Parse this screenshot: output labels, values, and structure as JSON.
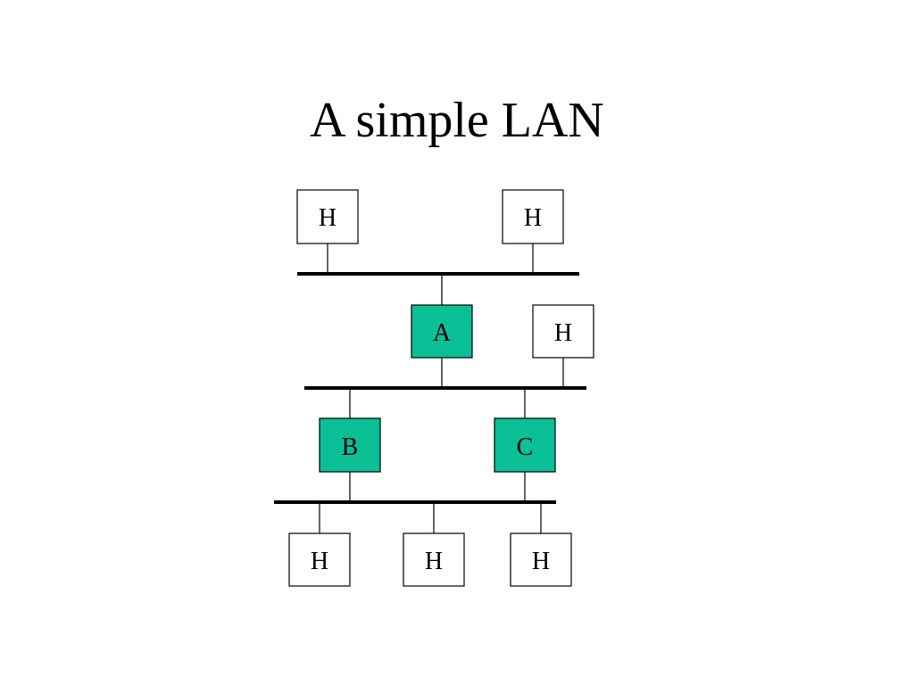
{
  "slide": {
    "title": "A simple LAN"
  },
  "colors": {
    "bridge_fill": "#0bbf96",
    "host_fill": "#ffffff",
    "outline": "#000000",
    "bus": "#000000",
    "background": "#ffffff"
  },
  "labels": {
    "host": "H"
  },
  "bridges": [
    {
      "id": "A",
      "label": "A"
    },
    {
      "id": "B",
      "label": "B"
    },
    {
      "id": "C",
      "label": "C"
    }
  ],
  "lans": [
    {
      "id": "lan-1",
      "attached": [
        "H",
        "H",
        "A"
      ]
    },
    {
      "id": "lan-2",
      "attached": [
        "A",
        "H",
        "B",
        "C"
      ]
    },
    {
      "id": "lan-3",
      "attached": [
        "B",
        "C",
        "H",
        "H",
        "H"
      ]
    }
  ]
}
